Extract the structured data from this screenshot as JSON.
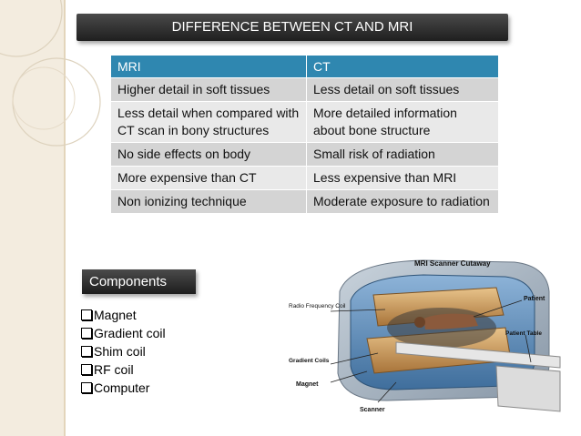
{
  "title": "DIFFERENCE BETWEEN CT AND MRI",
  "table": {
    "headers": [
      "MRI",
      "CT"
    ],
    "rows": [
      [
        "Higher detail in soft tissues",
        "Less detail on soft tissues"
      ],
      [
        "Less detail when compared with CT scan in bony structures",
        "More detailed information about bone structure"
      ],
      [
        "No side effects on body",
        "Small risk of radiation"
      ],
      [
        "More expensive than CT",
        "Less expensive than MRI"
      ],
      [
        "Non ionizing technique",
        "Moderate exposure to radiation"
      ]
    ]
  },
  "components": {
    "heading": "Components",
    "items": [
      "Magnet",
      "Gradient coil",
      "Shim coil",
      "RF coil",
      "Computer"
    ]
  },
  "figure": {
    "title": "MRI Scanner Cutaway",
    "labels": {
      "rf_coil": "Radio Frequency Coil",
      "patient": "Patient",
      "patient_table": "Patient Table",
      "gradient": "Gradient Coils",
      "magnet": "Magnet",
      "scanner": "Scanner"
    }
  },
  "colors": {
    "header_blue": "#2f87b0",
    "title_bar": "#2a2a2a",
    "side_panel": "#f3ecdf"
  }
}
